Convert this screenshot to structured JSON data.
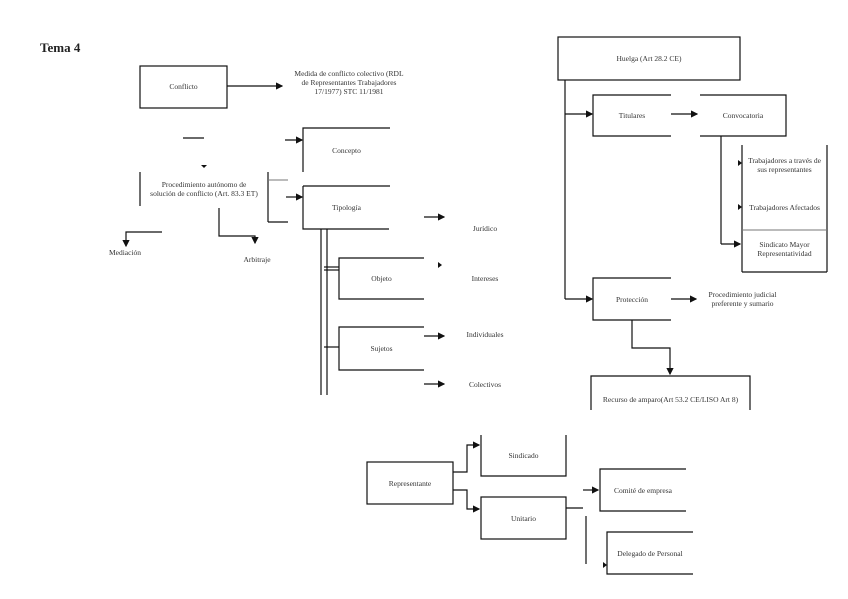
{
  "title": "Tema 4",
  "left": {
    "conflicto": "Conflicto",
    "medida_line1": "Medida de conflicto colectivo (RDL",
    "medida_line2": "de Representantes Trabajadores",
    "medida_line3": "17/1977)   STC 11/1981",
    "procedimiento_line1": "Procedimiento autónomo de",
    "procedimiento_line2": "solución de conflicto (Art. 83.3 ET)",
    "mediacion": "Mediación",
    "arbitraje": "Arbitraje",
    "concepto": "Concepto",
    "tipologia": "Tipología",
    "juridico": "Jurídico",
    "objeto": "Objeto",
    "intereses": "Intereses",
    "sujetos": "Sujetos",
    "individuales": "Individuales",
    "colectivos": "Colectivos"
  },
  "right": {
    "huelga": "Huelga (Art 28.2 CE)",
    "titulares": "Titulares",
    "convocatoria": "Convocatoria",
    "trab_repr_line1": "Trabajadores a través de",
    "trab_repr_line2": "sus representantes",
    "trab_afectados": "Trabajadores Afectados",
    "sindicato_line1": "Sindicato Mayor",
    "sindicato_line2": "Representatividad",
    "proteccion": "Protección",
    "proc_judicial_line1": "Procedimiento judicial",
    "proc_judicial_line2": "preferente y sumario",
    "recurso": "Recurso de amparo(Art 53.2 CE/LISO Art 8)"
  },
  "bottom": {
    "representante": "Representante",
    "sindicado": "Sindicado",
    "unitario": "Unitario",
    "comite": "Comité de empresa",
    "delegado": "Delegado de Personal"
  }
}
